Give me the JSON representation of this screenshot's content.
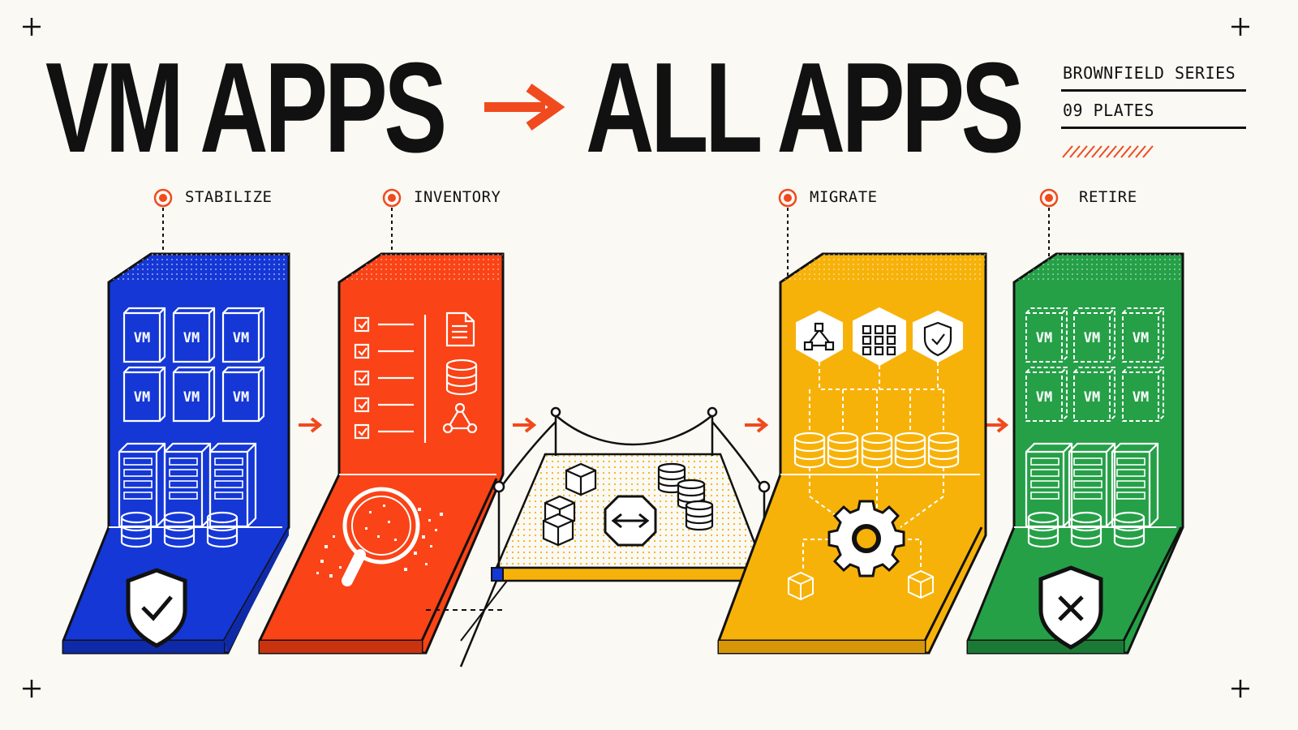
{
  "title": {
    "left": "VM APPS",
    "right": "ALL APPS"
  },
  "series": {
    "name": "BROWNFIELD SERIES",
    "plates": "09 PLATES"
  },
  "stages": [
    {
      "label": "STABILIZE",
      "color": "#1437d6"
    },
    {
      "label": "INVENTORY",
      "color": "#fa4316"
    },
    {
      "label": "MIGRATE",
      "color": "#f7b20a"
    },
    {
      "label": "RETIRE",
      "color": "#25a047"
    }
  ],
  "vm_tile_label": "VM",
  "icons": {
    "stabilize": [
      "vm-box-icon",
      "server-rack-icon",
      "database-icon",
      "shield-check-icon"
    ],
    "inventory": [
      "checklist-icon",
      "document-icon",
      "database-icon",
      "network-node-icon",
      "magnifier-icon"
    ],
    "bridge": [
      "cube-icon",
      "database-icon",
      "two-way-arrow-icon"
    ],
    "migrate": [
      "cluster-icon",
      "grid-icon",
      "shield-check-icon",
      "database-icon",
      "gear-icon",
      "cube-icon"
    ],
    "retire": [
      "vm-box-outline-icon",
      "server-rack-icon",
      "database-icon",
      "shield-x-icon"
    ]
  },
  "accent": "#f04a1e",
  "ink": "#111111"
}
